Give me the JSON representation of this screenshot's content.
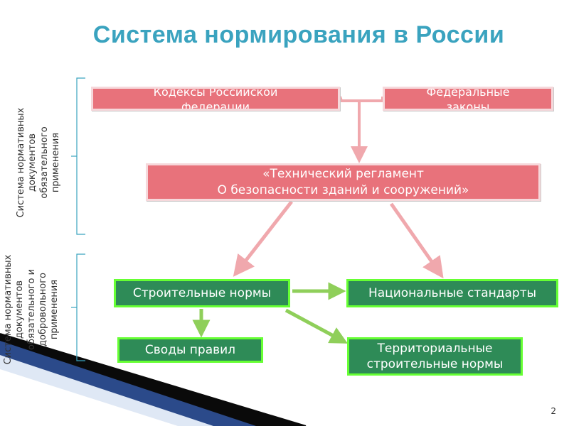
{
  "title": "Система нормирования в России",
  "side_labels": {
    "mandatory": [
      "Система нормативных",
      "документов",
      "обязательного",
      "применения"
    ],
    "mixed": [
      "Система нормативных",
      "документов",
      "обязательного и",
      "добровольного",
      "применения"
    ]
  },
  "boxes": {
    "codes": "Кодексы Российской федерации",
    "federal_laws": "Федеральные законы",
    "tech_regulation": [
      "«Технический регламент",
      "О безопасности зданий и сооружений»"
    ],
    "building_norms": "Строительные нормы",
    "national_standards": "Национальные стандарты",
    "codes_of_rules": "Своды правил",
    "territorial_norms": [
      "Территориальные",
      "строительные нормы"
    ]
  },
  "page_number": "2",
  "colors": {
    "title": "#3aa3bf",
    "red_box": "#e8727b",
    "red_border": "#f6d8db",
    "green_box": "#2e8b57",
    "green_border": "#66ff33",
    "pink_arrow": "#f0a8ad",
    "green_arrow": "#8fcf5a"
  }
}
